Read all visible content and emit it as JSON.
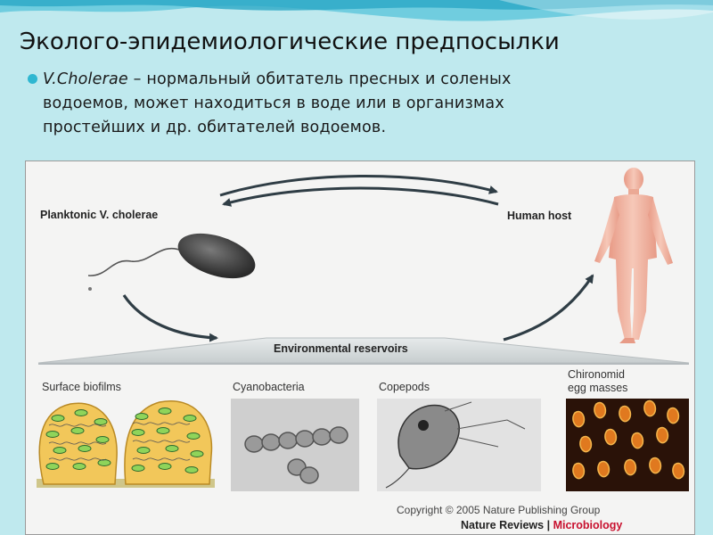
{
  "slide": {
    "title": "Эколого-эпидемиологические предпосылки",
    "bullet": {
      "lead": "V.Cholerae",
      "line1_rest": " – нормальный обитатель пресных и соленых",
      "line2": "водоемов, может находиться в воде или в организмах",
      "line3": "простейших  и  др. обитателей  водоемов."
    }
  },
  "figure": {
    "label_planktonic": "Planktonic V. cholerae",
    "label_human": "Human host",
    "label_reservoirs": "Environmental reservoirs",
    "panels": [
      {
        "label": "Surface biofilms"
      },
      {
        "label": "Cyanobacteria"
      },
      {
        "label": "Copepods"
      },
      {
        "label_line1": "Chironomid",
        "label_line2": "egg masses"
      }
    ],
    "copyright": "Copyright © 2005 Nature Publishing Group",
    "credit_journal": "Nature Reviews",
    "credit_sep": " | ",
    "credit_section": "Microbiology"
  },
  "colors": {
    "background": "#bfe9ee",
    "bullet_dot": "#2fb7d1",
    "body_skin": "#f1b8a6",
    "biofilm": "#f2c75a",
    "microbiology_red": "#c8102e"
  }
}
